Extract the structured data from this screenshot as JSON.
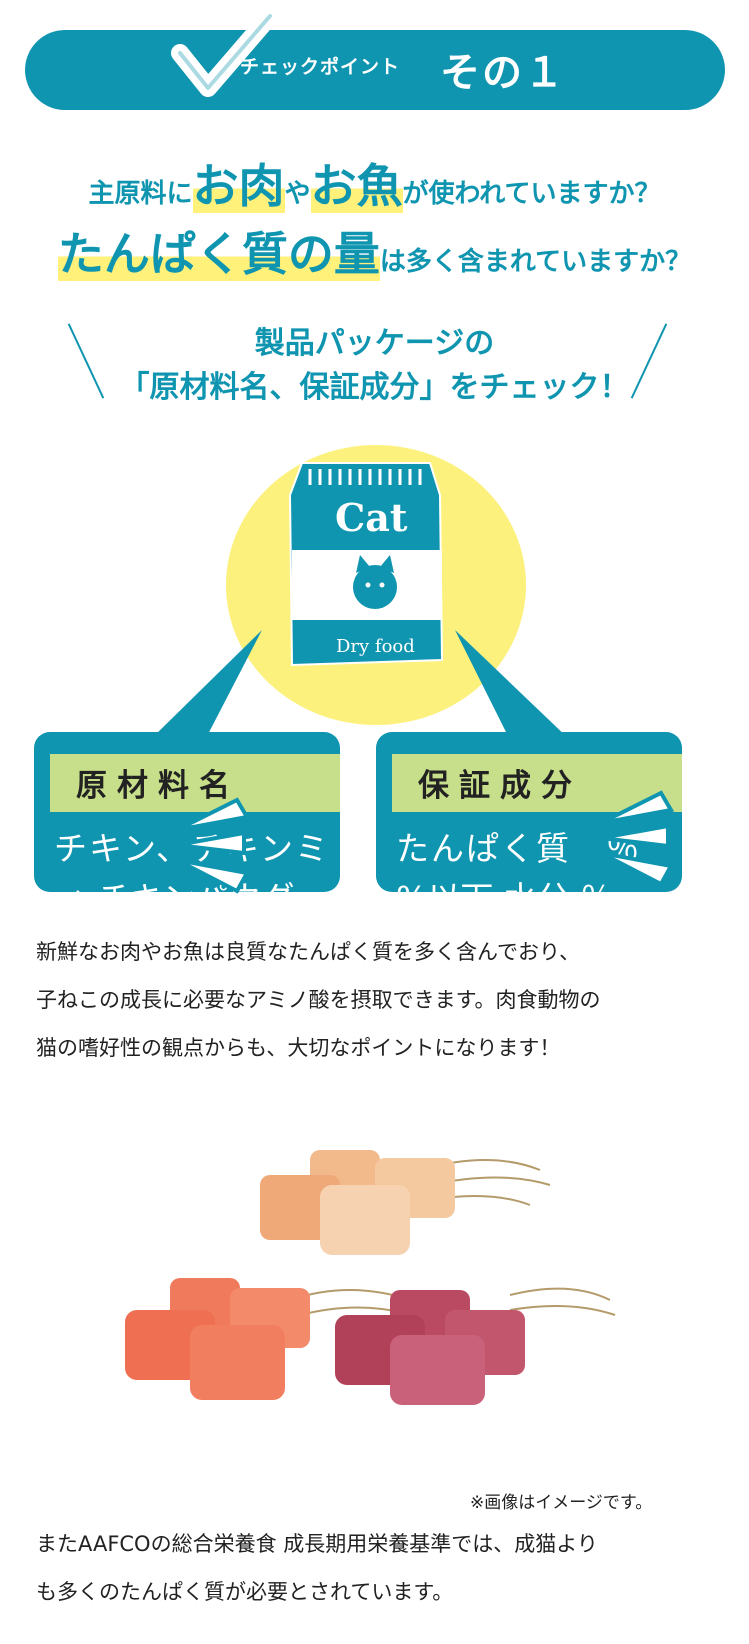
{
  "header": {
    "small": "チェックポイント",
    "big": "その１"
  },
  "headline1": {
    "a": "主原料に",
    "b": "お肉",
    "c": "や",
    "d": "お魚",
    "e": "が使われていますか？"
  },
  "headline2": {
    "a": "たんぱく質の量",
    "b": "は多く含まれていますか？"
  },
  "subheading": {
    "line1": "製品パッケージの",
    "line2": "「原材料名、保証成分」をチェック！"
  },
  "bag": {
    "brand": "Cat",
    "type": "Dry food"
  },
  "cards": [
    {
      "label": "原材料名",
      "line1": "チキン、チキンミ",
      "line2": "ィ チキンパウダ"
    },
    {
      "label": "保証成分",
      "line1": "たんぱく質　％",
      "line2": "%以下 水分 ％"
    }
  ],
  "paragraph1": [
    "新鮮なお肉やお魚は良質なたんぱく質を多く含んでおり、",
    "子ねこの成長に必要なアミノ酸を摂取できます。肉食動物の",
    "猫の嗜好性の観点からも、大切なポイントになります！"
  ],
  "image_note": "※画像はイメージです。",
  "paragraph2": [
    "またAAFCOの総合栄養食 成長期用栄養基準では、成猫より",
    "も多くのたんぱく質が必要とされています。"
  ],
  "colors": {
    "teal": "#0f95b0",
    "yellow": "#fdf17e",
    "green": "#c7df8a"
  }
}
